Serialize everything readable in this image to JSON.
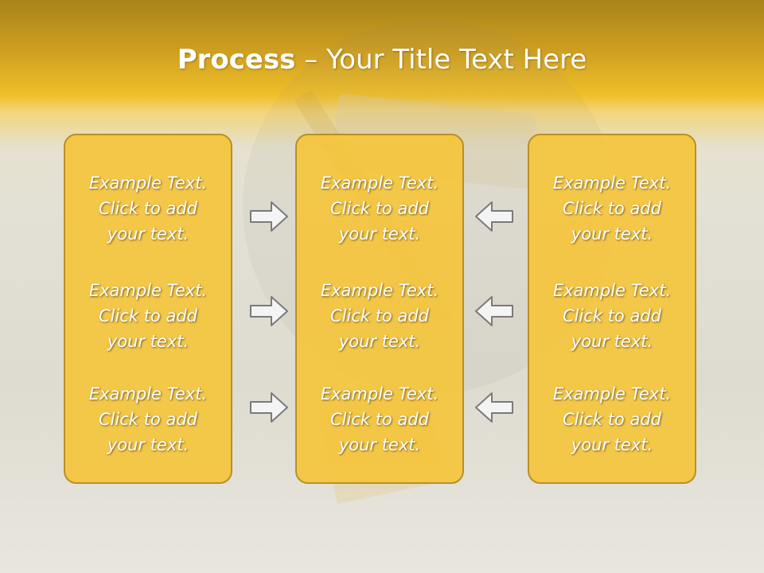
{
  "slide": {
    "title_bold": "Process",
    "title_rest": " – Your Title Text Here"
  },
  "columns": [
    {
      "blocks": [
        {
          "line1": "Example Text.",
          "line2": "Click  to add",
          "line3": "your text."
        },
        {
          "line1": "Example Text.",
          "line2": "Click  to add",
          "line3": "your text."
        },
        {
          "line1": "Example Text.",
          "line2": "Click  to add",
          "line3": "your text."
        }
      ]
    },
    {
      "blocks": [
        {
          "line1": "Example Text.",
          "line2": "Click  to add",
          "line3": "your text."
        },
        {
          "line1": "Example Text.",
          "line2": "Click  to add",
          "line3": "your text."
        },
        {
          "line1": "Example Text.",
          "line2": "Click  to add",
          "line3": "your text."
        }
      ]
    },
    {
      "blocks": [
        {
          "line1": "Example Text.",
          "line2": "Click  to add",
          "line3": "your text."
        },
        {
          "line1": "Example Text.",
          "line2": "Click  to add",
          "line3": "your text."
        },
        {
          "line1": "Example Text.",
          "line2": "Click  to add",
          "line3": "your text."
        }
      ]
    }
  ],
  "arrows": {
    "left_group": "arrow-right",
    "right_group": "arrow-left"
  },
  "colors": {
    "box_fill": "#f5c438",
    "box_border": "#b89025",
    "header_gold": "#f0bf2a",
    "arrow_fill": "#f4f4f4",
    "arrow_stroke": "#7a7a7a"
  }
}
